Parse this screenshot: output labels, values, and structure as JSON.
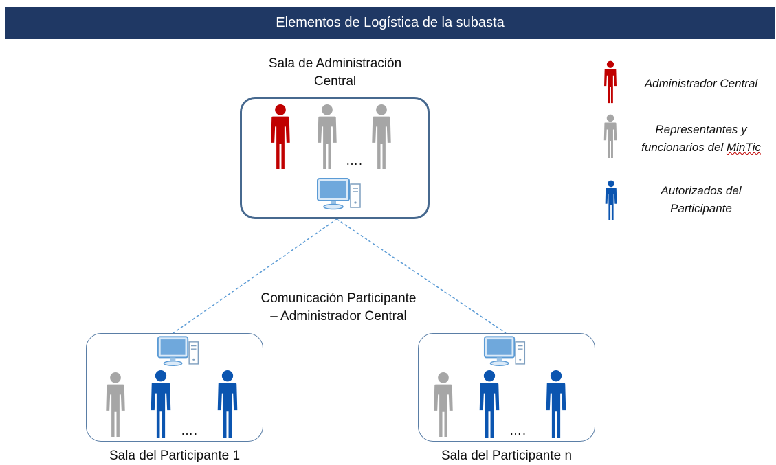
{
  "header": {
    "title": "Elementos de Logística de la subasta"
  },
  "central_room": {
    "label_line1": "Sala de Administración",
    "label_line2": "Central"
  },
  "connection": {
    "label_line1": "Comunicación Participante",
    "label_line2": "– Administrador Central"
  },
  "participant_rooms": [
    {
      "label": "Sala del Participante 1"
    },
    {
      "label": "Sala del Participante n"
    }
  ],
  "ellipsis": "….",
  "legend": [
    {
      "role": "admin",
      "text_line1": "Administrador Central",
      "text_line2": ""
    },
    {
      "role": "rep",
      "text_line1": "Representantes y",
      "text_line2_prefix": "funcionarios del ",
      "text_line2_word": "MinTic"
    },
    {
      "role": "auth",
      "text_line1": "Autorizados del",
      "text_line2": "Participante"
    }
  ],
  "colors": {
    "banner": "#1f3864",
    "admin": "#c00000",
    "representative": "#a6a6a6",
    "authorized": "#0b55b0",
    "connection": "#5b9bd5"
  }
}
